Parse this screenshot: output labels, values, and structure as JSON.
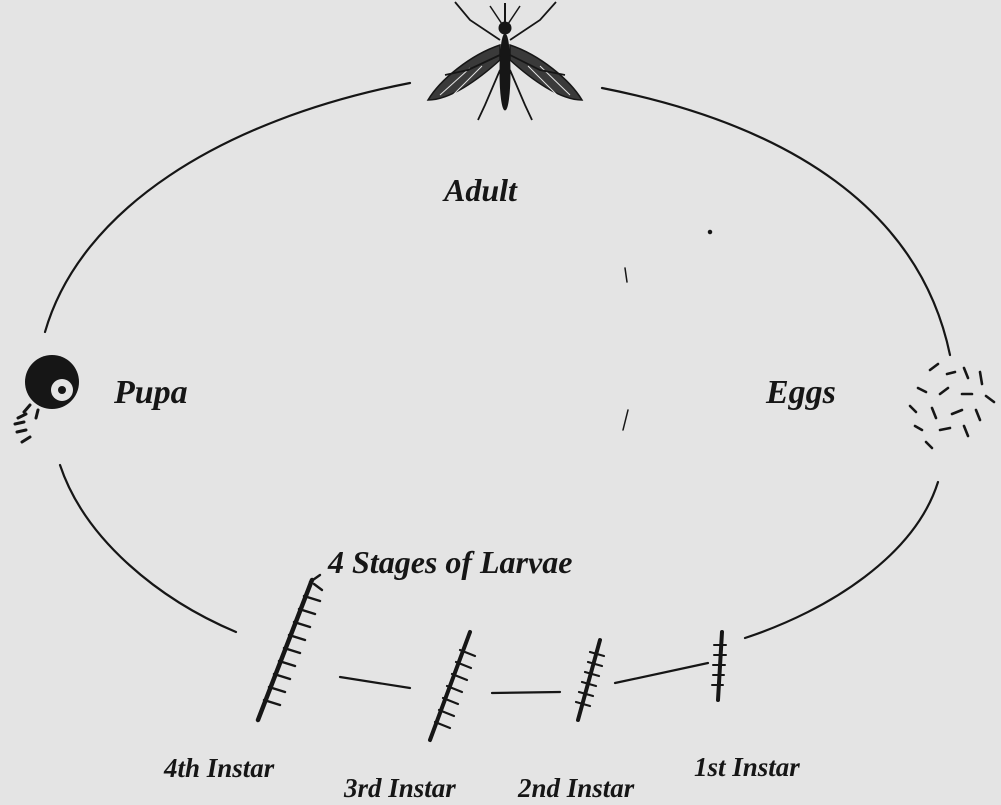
{
  "diagram": {
    "stages": {
      "adult": "Adult",
      "eggs": "Eggs",
      "pupa": "Pupa",
      "larvae_title": "4 Stages of Larvae",
      "instar_1": "1st Instar",
      "instar_2": "2nd Instar",
      "instar_3": "3rd Instar",
      "instar_4": "4th Instar"
    }
  },
  "colors": {
    "ink": "#161616",
    "paper": "#e4e4e4",
    "bleed_text": "#a9a9a9"
  }
}
